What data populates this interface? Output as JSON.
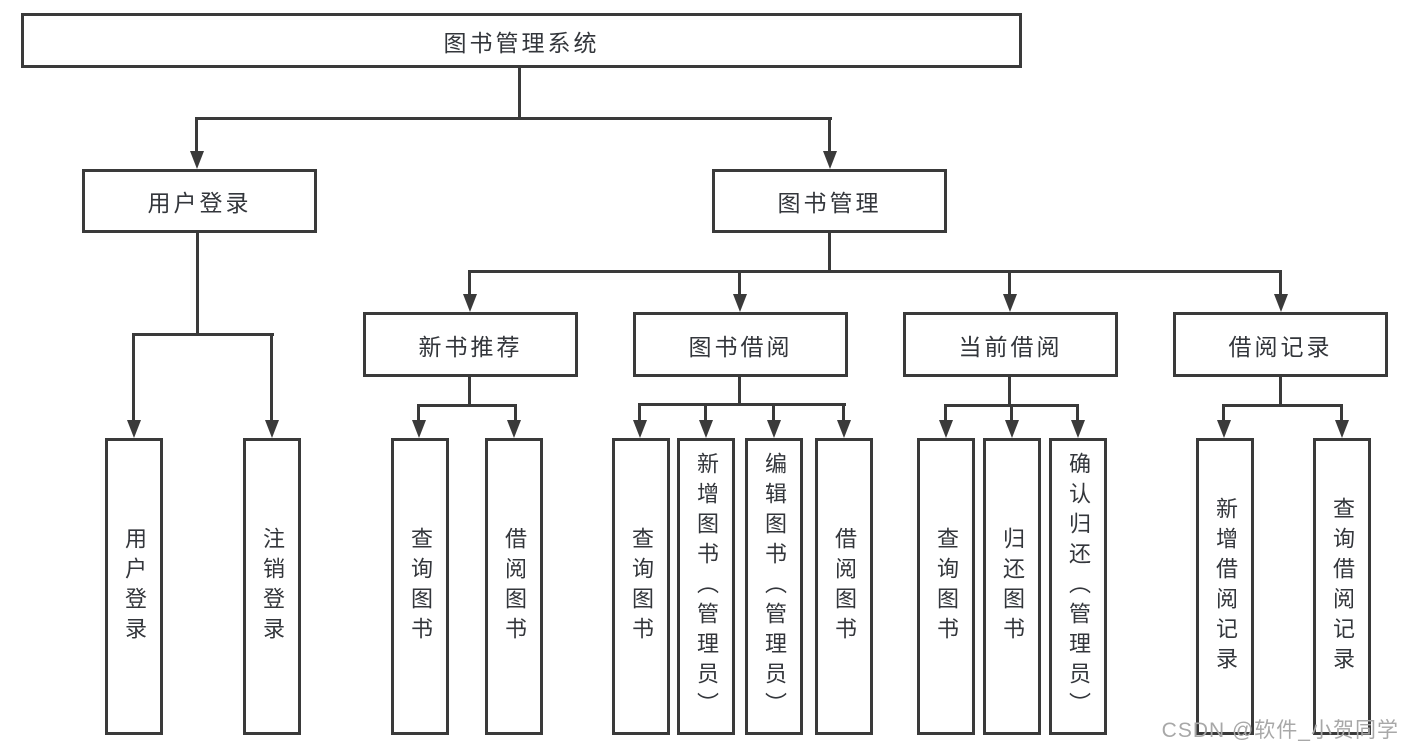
{
  "nodes": {
    "root": {
      "label": "图书管理系统"
    },
    "user_login_group": {
      "label": "用户登录"
    },
    "book_management": {
      "label": "图书管理"
    },
    "new_book_recommend": {
      "label": "新书推荐"
    },
    "book_borrow": {
      "label": "图书借阅"
    },
    "current_borrow": {
      "label": "当前借阅"
    },
    "borrow_records": {
      "label": "借阅记录"
    },
    "user_login": {
      "label": "用户登录"
    },
    "logout": {
      "label": "注销登录"
    },
    "nb_query_books": {
      "label": "查询图书"
    },
    "nb_borrow_books": {
      "label": "借阅图书"
    },
    "bb_query_books": {
      "label": "查询图书"
    },
    "bb_add_books": {
      "label": "新增图书（管理员）"
    },
    "bb_edit_books": {
      "label": "编辑图书（管理员）"
    },
    "bb_borrow_books": {
      "label": "借阅图书"
    },
    "cb_query_books": {
      "label": "查询图书"
    },
    "cb_return_books": {
      "label": "归还图书"
    },
    "cb_confirm_return": {
      "label": "确认归还（管理员）"
    },
    "br_add_record": {
      "label": "新增借阅记录"
    },
    "br_query_record": {
      "label": "查询借阅记录"
    }
  },
  "watermark": {
    "text": "CSDN @软件_小贺同学"
  },
  "colors": {
    "line": "#3a3a3a",
    "text": "#33363b",
    "watermark": "#a8a8a8",
    "background": "#ffffff"
  }
}
